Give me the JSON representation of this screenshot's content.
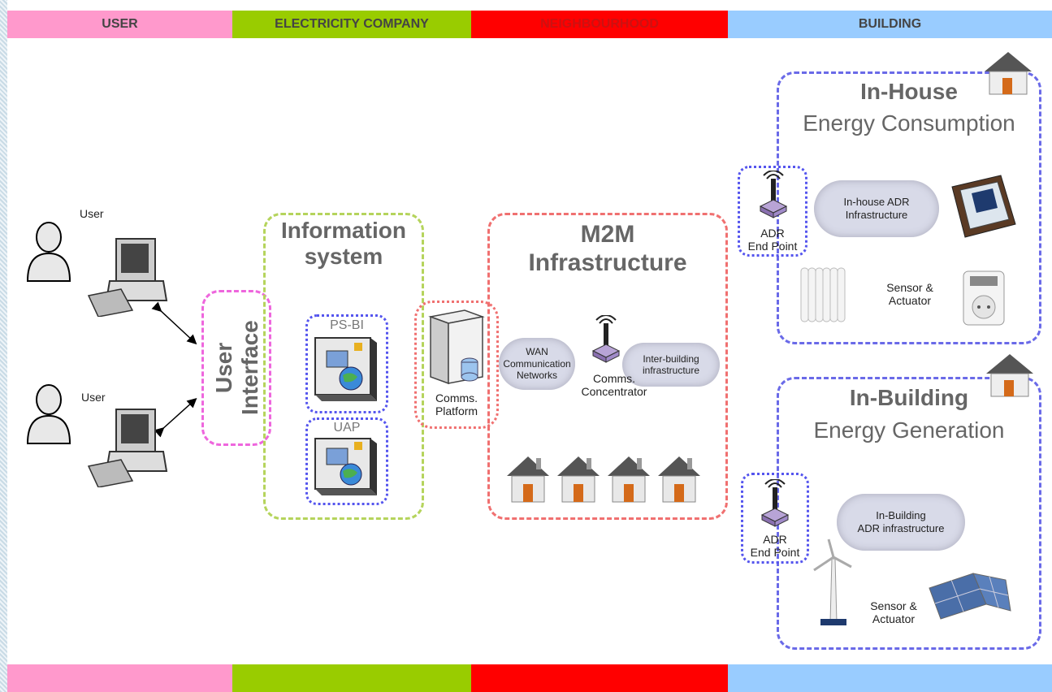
{
  "bands": [
    {
      "label": "USER",
      "color": "#ff99cc"
    },
    {
      "label": "ELECTRICITY COMPANY",
      "color": "#99cc00"
    },
    {
      "label": "NEIGHBOURHOOD",
      "color": "#ff0000"
    },
    {
      "label": "BUILDING",
      "color": "#99ccff"
    }
  ],
  "users": {
    "top_label": "User",
    "bottom_label": "User"
  },
  "user_interface": {
    "line1": "User",
    "line2": "Interface"
  },
  "information_system": {
    "line1": "Information",
    "line2": "system",
    "psbi": "PS-BI",
    "uap": "UAP"
  },
  "comms_platform": {
    "label": "Comms.\nPlatform"
  },
  "m2m": {
    "line1": "M2M",
    "line2": "Infrastructure",
    "wan": "WAN\nCommunication\nNetworks",
    "concentrator": "Comms.\nConcentrator",
    "inter_building": "Inter-building\ninfrastructure"
  },
  "in_house": {
    "line1": "In-House",
    "line2": "Energy Consumption",
    "endpoint": "ADR\nEnd Point",
    "adr_cloud": "In-house ADR\nInfrastructure",
    "sensor": "Sensor &\nActuator"
  },
  "in_building": {
    "line1": "In-Building",
    "line2": "Energy Generation",
    "endpoint": "ADR\nEnd Point",
    "adr_cloud": "In-Building\nADR infrastructure",
    "sensor": "Sensor &\nActuator"
  }
}
